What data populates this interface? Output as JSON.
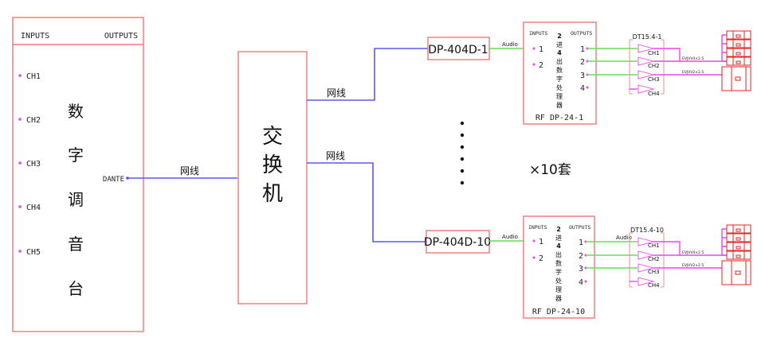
{
  "console": {
    "inputs_label": "INPUTS",
    "outputs_label": "OUTPUTS",
    "channels": [
      "CH1",
      "CH2",
      "CH3",
      "CH4",
      "CH5"
    ],
    "title_chars": [
      "数",
      "字",
      "调",
      "音",
      "台"
    ],
    "dante_label": "DANTE"
  },
  "links": {
    "console_to_switch": "网线",
    "switch_to_top": "网线",
    "switch_to_bottom": "网线"
  },
  "switch": {
    "title_chars": [
      "交",
      "换",
      "机"
    ]
  },
  "units": [
    {
      "dante_box": "DP-404D-1",
      "audio_label": "Audio",
      "dsp": {
        "inputs_label": "INPUTS",
        "outputs_label": "OUTPUTS",
        "inputs": [
          "1",
          "2"
        ],
        "outputs": [
          "1",
          "2",
          "3",
          "4"
        ],
        "desc_chars": [
          "2",
          "进",
          "4",
          "出",
          "数",
          "字",
          "处",
          "理",
          "器"
        ],
        "model": "RF  DP-24-1"
      },
      "amp": {
        "model": "DT15.4-1",
        "channels": [
          "CH1",
          "CH2",
          "CH3",
          "CH4"
        ],
        "audio_label": ""
      },
      "cables": [
        "EVJVV4×2.5",
        "EVJVV2×2.5"
      ]
    },
    {
      "dante_box": "DP-404D-10",
      "audio_label": "Audio",
      "dsp": {
        "inputs_label": "INPUTS",
        "outputs_label": "OUTPUTS",
        "inputs": [
          "1",
          "2"
        ],
        "outputs": [
          "1",
          "2",
          "3",
          "4"
        ],
        "desc_chars": [
          "2",
          "进",
          "4",
          "出",
          "数",
          "字",
          "处",
          "理",
          "器"
        ],
        "model": "RF  DP-24-10"
      },
      "amp": {
        "model": "DT15.4-10",
        "channels": [
          "CH1",
          "CH2",
          "CH3",
          "CH4"
        ],
        "audio_label": "Audio"
      },
      "cables": [
        "EVJVV4×2.5",
        "EVJVV2×2.5"
      ]
    }
  ],
  "multiplier_label": "×10套",
  "ellipsis_dot_count": 6
}
